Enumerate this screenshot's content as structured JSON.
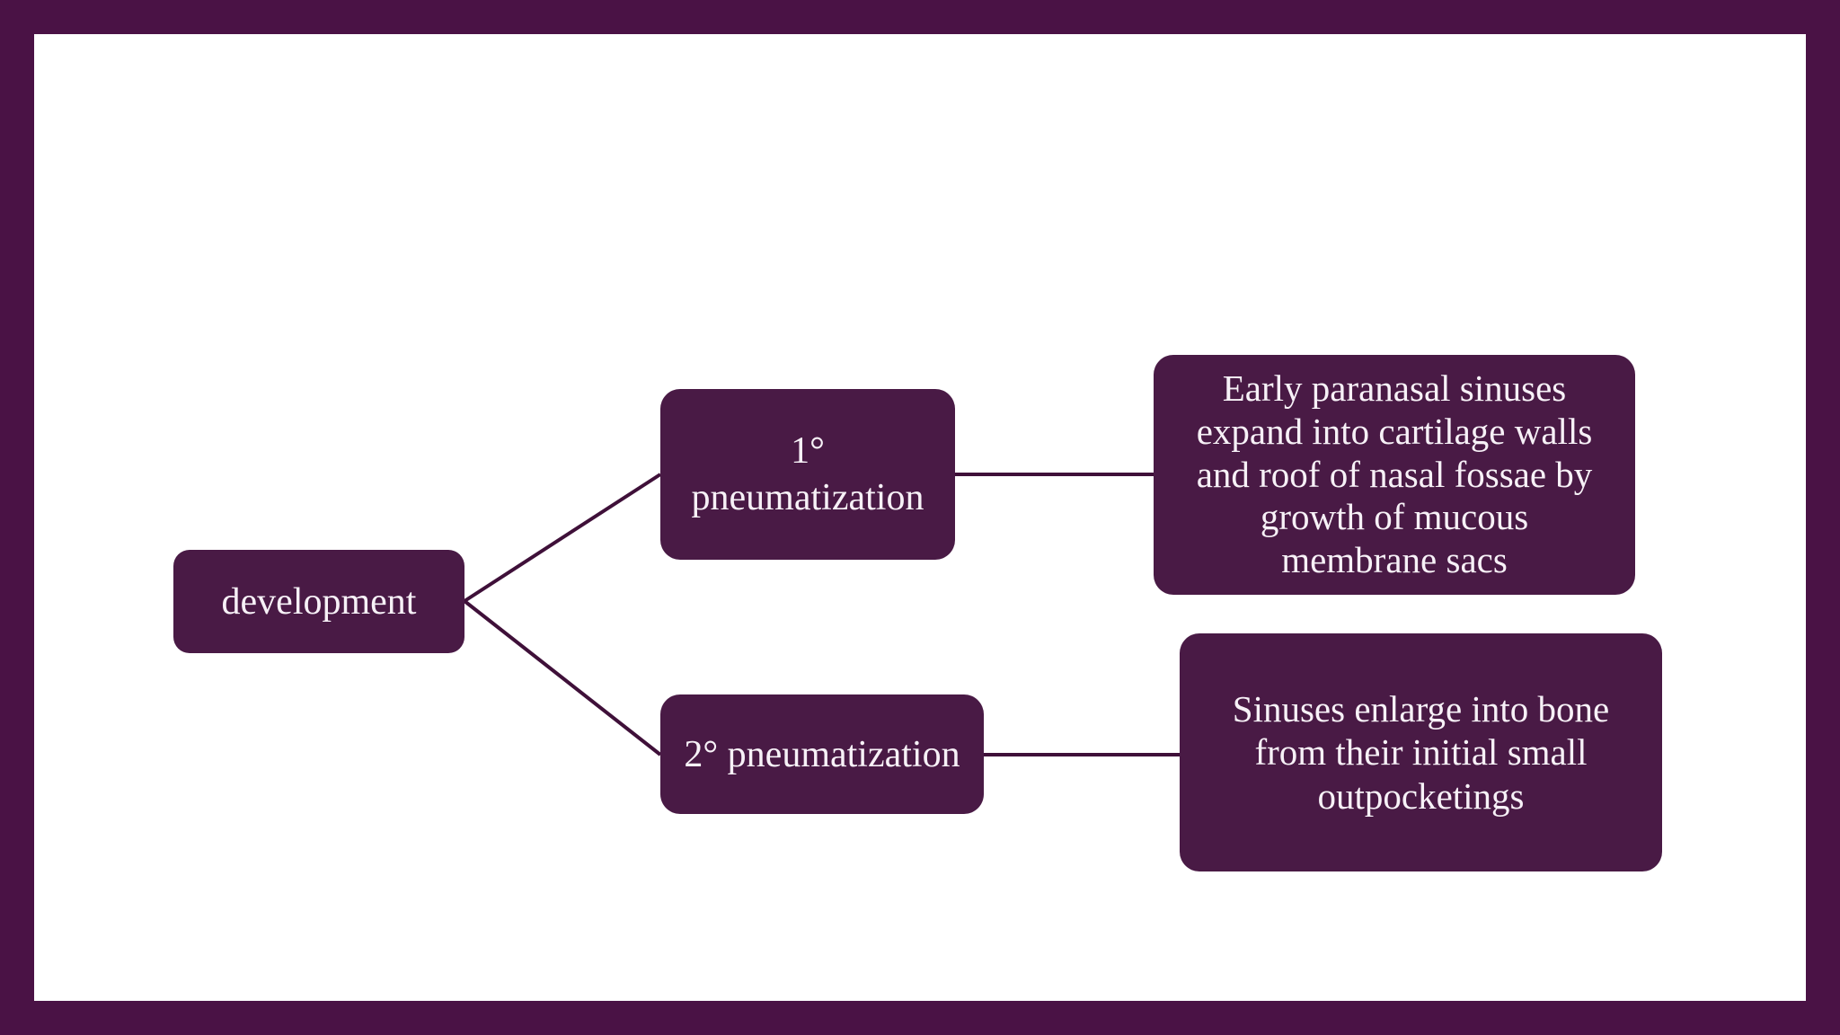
{
  "colors": {
    "frame": "#4a1245",
    "canvas": "#ffffff",
    "node_fill": "#491a45",
    "node_text": "#f7f1f7",
    "connector": "#3f1039"
  },
  "diagram": {
    "root": {
      "label": "development"
    },
    "primary": {
      "label": "1°\npneumatization"
    },
    "secondary": {
      "label": "2° pneumatization"
    },
    "primary_detail": {
      "text": "Early paranasal sinuses\nexpand into cartilage walls\nand roof of  nasal fossae by\ngrowth of mucous\nmembrane sacs"
    },
    "secondary_detail": {
      "text": "Sinuses enlarge into bone\nfrom their initial small\noutpocketings"
    }
  }
}
